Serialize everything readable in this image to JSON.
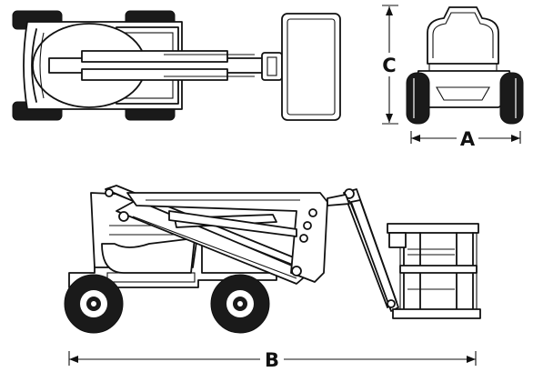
{
  "dimensions": {
    "a_label": "A",
    "b_label": "B",
    "c_label": "C"
  },
  "colors": {
    "line": "#111111",
    "tire": "#1a1a1a",
    "background": "#ffffff"
  }
}
